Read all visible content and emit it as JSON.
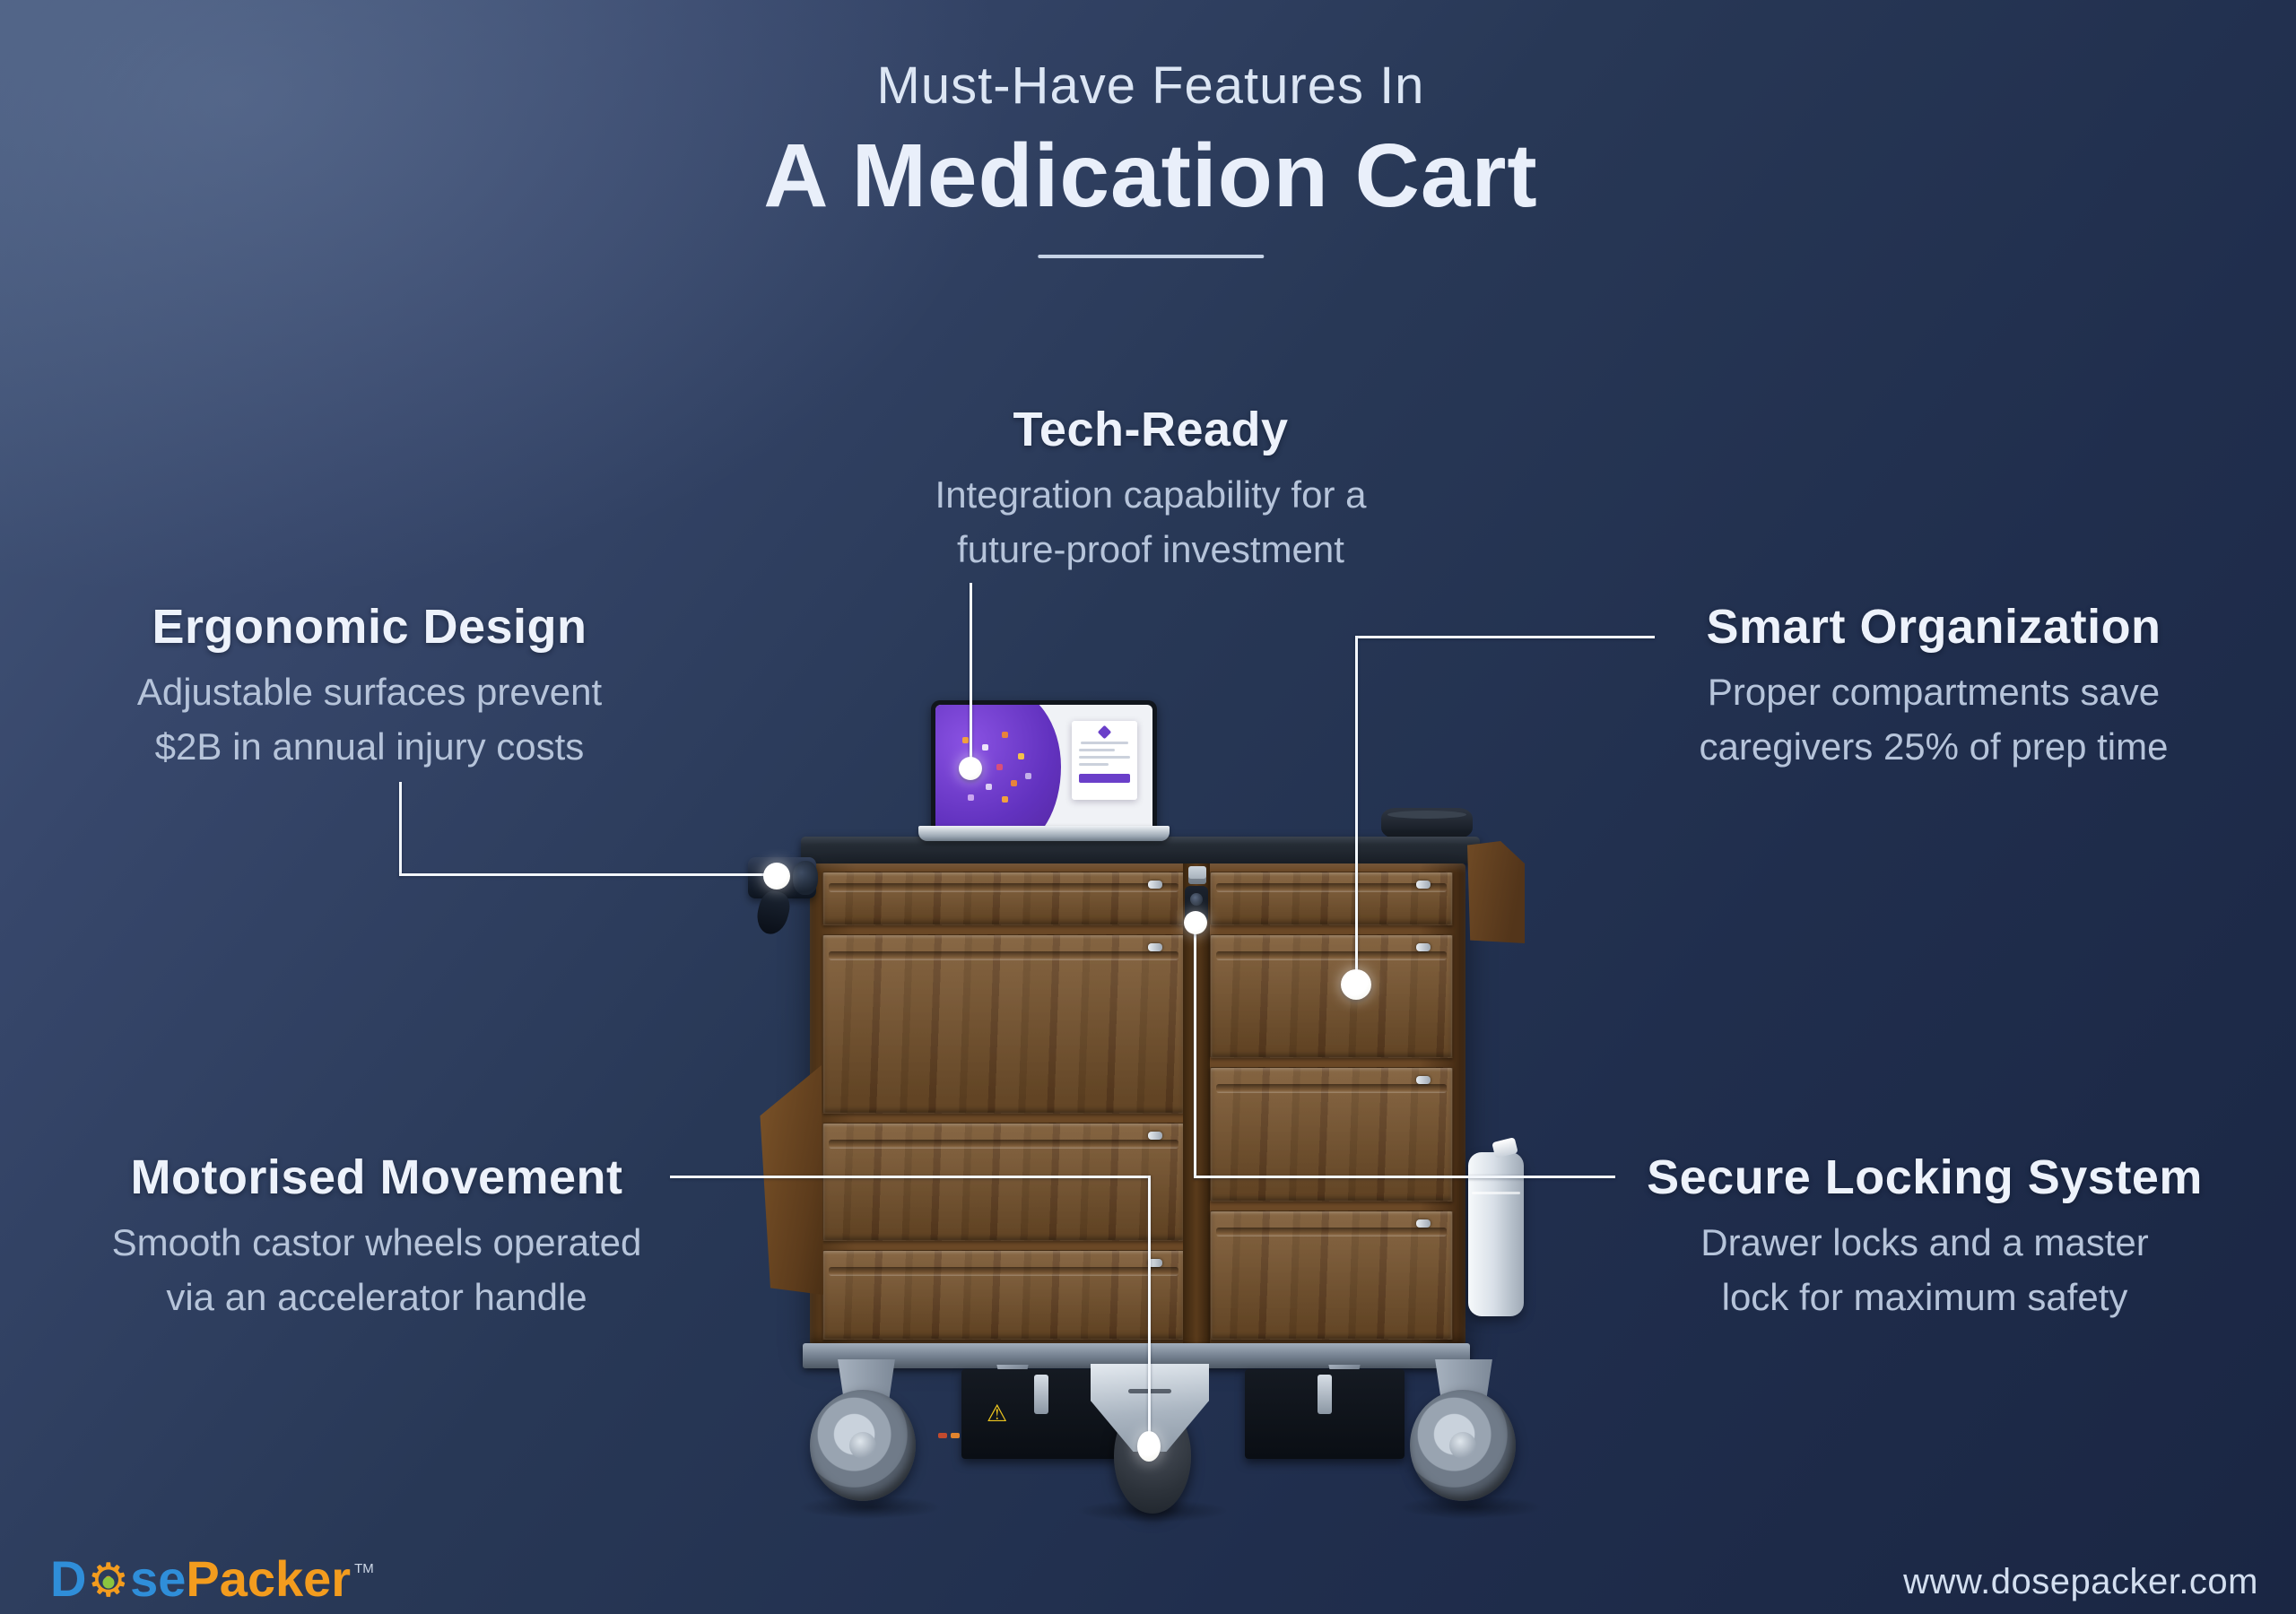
{
  "title": {
    "line1": "Must-Have Features In",
    "line2": "A Medication Cart"
  },
  "features": {
    "tech_ready": {
      "title": "Tech-Ready",
      "line1": "Integration capability for a",
      "line2": "future-proof investment"
    },
    "ergonomic": {
      "title": "Ergonomic Design",
      "line1": "Adjustable surfaces prevent",
      "line2": "$2B in annual injury costs"
    },
    "smart": {
      "title": "Smart Organization",
      "line1": "Proper compartments save",
      "line2": "caregivers 25% of prep time"
    },
    "motorised": {
      "title": "Motorised Movement",
      "line1": "Smooth castor wheels operated",
      "line2": "via an accelerator handle"
    },
    "secure": {
      "title": "Secure Locking System",
      "line1": "Drawer locks and a master",
      "line2": "lock for maximum safety"
    }
  },
  "footer": {
    "logo": {
      "part1": "D",
      "part2": "se",
      "part3": "Packer",
      "tm": "TM"
    },
    "website": "www.dosepacker.com"
  },
  "icons": {
    "gear_glyph": "⚙",
    "warning_glyph": "⚠"
  },
  "colors": {
    "background_top": "#46597c",
    "background_bottom": "#1a2643",
    "heading_text": "#edf2fb",
    "body_text": "#b6c4da",
    "connector": "#f3f7fc",
    "logo_blue": "#2f8ed9",
    "logo_orange": "#f39c1e",
    "wood_brown": "#6d4b27",
    "laptop_purple": "#6a3fc9"
  }
}
